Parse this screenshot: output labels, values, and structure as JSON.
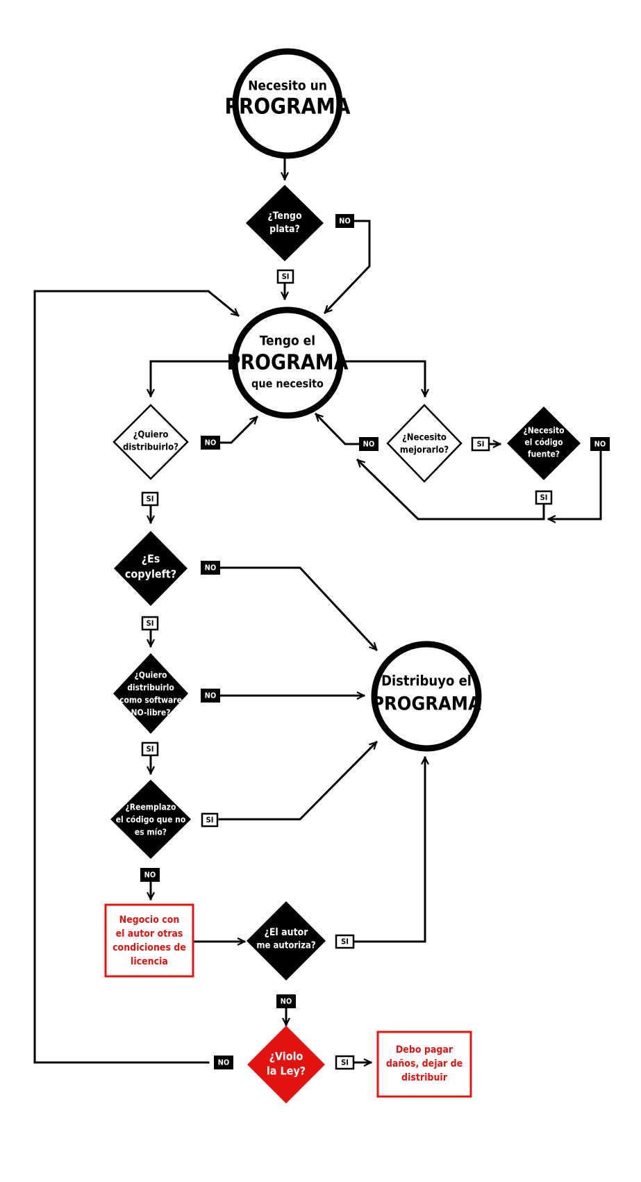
{
  "nodes": {
    "start": {
      "line1": "Necesito un",
      "line2": "PROGRAMA"
    },
    "have_money": {
      "line1": "¿Tengo",
      "line2": "plata?"
    },
    "have_program": {
      "line1": "Tengo el",
      "line2": "PROGRAMA",
      "line3": "que necesito"
    },
    "want_distribute": {
      "line1": "¿Quiero",
      "line2": "distribuirlo?"
    },
    "need_improve": {
      "line1": "¿Necesito",
      "line2": "mejorarlo?"
    },
    "need_source": {
      "line1": "¿Necesito",
      "line2": "el código",
      "line3": "fuente?"
    },
    "is_copyleft": {
      "line1": "¿Es",
      "line2": "copyleft?"
    },
    "distribute_nonfree": {
      "line1": "¿Quiero",
      "line2": "distribuirlo",
      "line3": "como software",
      "line4": "NO-libre?"
    },
    "replace_code": {
      "line1": "¿Reemplazo",
      "line2": "el código que no",
      "line3": "es mío?"
    },
    "distribute": {
      "line1": "Distribuyo el",
      "line2": "PROGRAMA"
    },
    "negotiate": {
      "line1": "Negocio con",
      "line2": "el autor otras",
      "line3": "condiciones de",
      "line4": "licencia"
    },
    "author_authorizes": {
      "line1": "¿El autor",
      "line2": "me autoriza?"
    },
    "violate_law": {
      "line1": "¿Violo",
      "line2": "la Ley?"
    },
    "pay_damages": {
      "line1": "Debo pagar",
      "line2": "daños, dejar de",
      "line3": "distribuir"
    }
  },
  "labels": {
    "yes": "SI",
    "no": "NO"
  },
  "colors": {
    "black": "#000000",
    "white": "#ffffff",
    "red": "#e3130f"
  }
}
